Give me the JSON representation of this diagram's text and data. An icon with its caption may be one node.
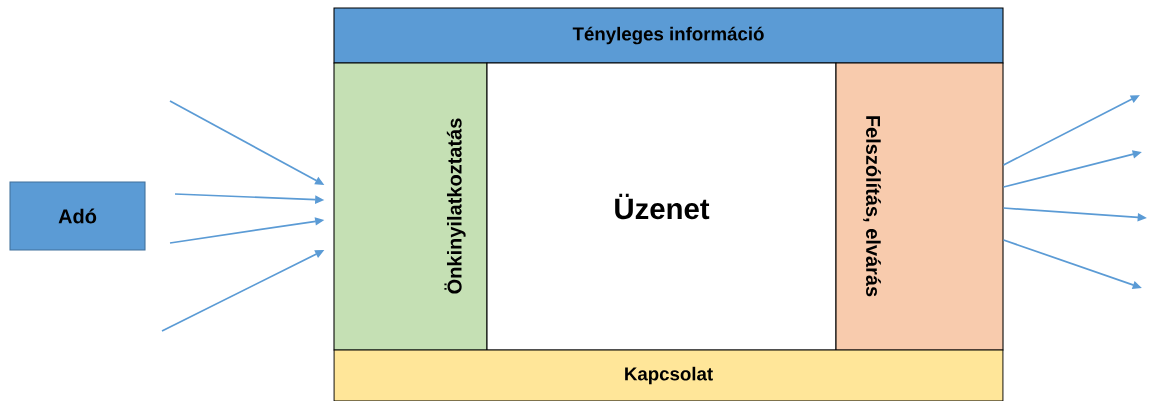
{
  "diagram": {
    "nodes": [
      {
        "text": [
          "Adó"
        ]
      },
      {
        "text": [
          "Tényleges információ"
        ]
      },
      {
        "text": [
          "Önkinyilatkoztatás"
        ]
      },
      {
        "text": [
          "Üzenet"
        ]
      },
      {
        "text": [
          "Felszólítás, elvárás"
        ]
      },
      {
        "text": [
          "Kapcsolat"
        ]
      }
    ],
    "edges": [
      {
        "from": null,
        "to": 2,
        "arrow": "to"
      },
      {
        "from": null,
        "to": 2,
        "arrow": "to"
      },
      {
        "from": null,
        "to": 2,
        "arrow": "to"
      },
      {
        "from": null,
        "to": 2,
        "arrow": "to"
      },
      {
        "from": 4,
        "to": null,
        "arrow": "to"
      },
      {
        "from": 4,
        "to": null,
        "arrow": "to"
      },
      {
        "from": 4,
        "to": null,
        "arrow": "to"
      },
      {
        "from": 4,
        "to": null,
        "arrow": "to"
      }
    ]
  }
}
